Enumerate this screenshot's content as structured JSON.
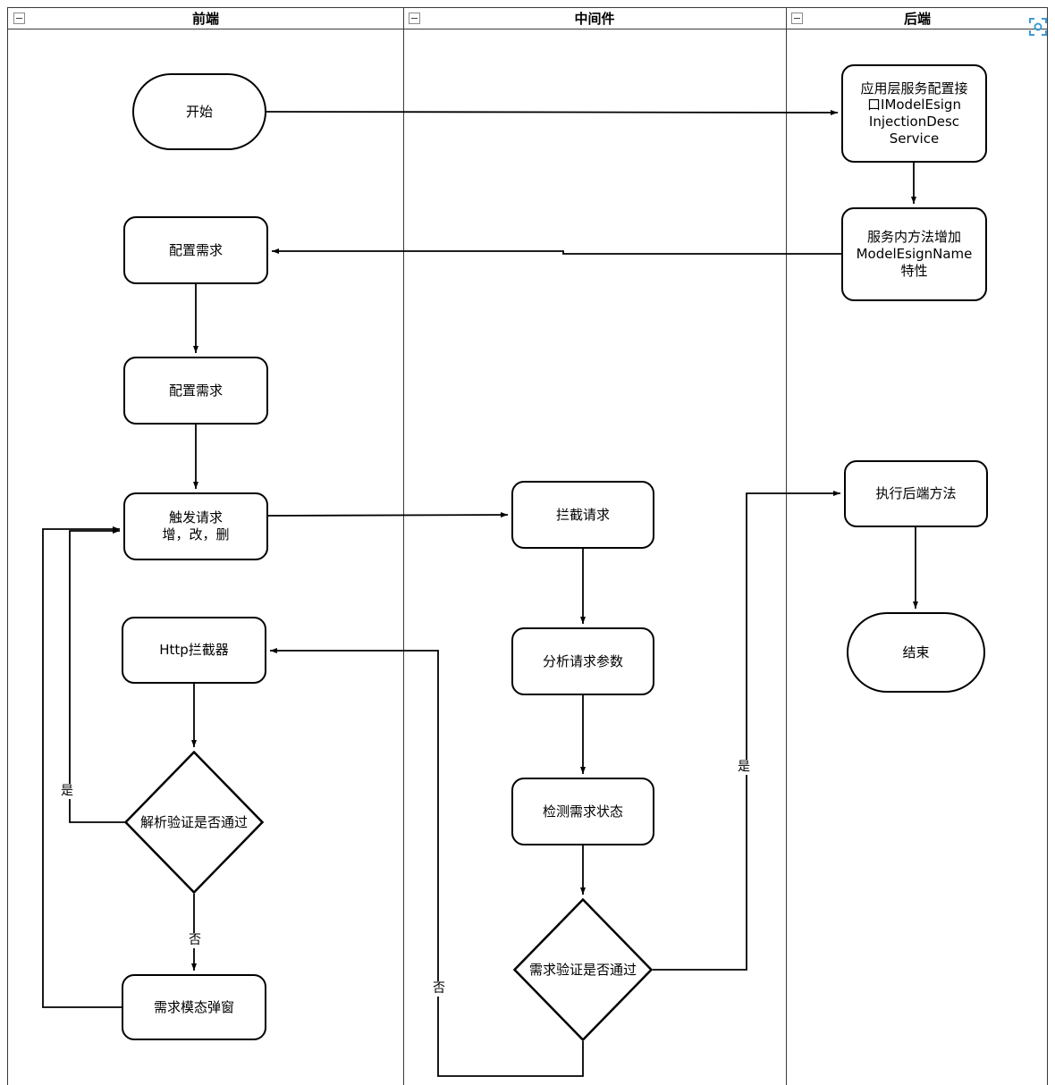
{
  "lanes": [
    {
      "title": "前端"
    },
    {
      "title": "中间件"
    },
    {
      "title": "后端"
    }
  ],
  "nodes": {
    "start": "开始",
    "config_requirement_1": "配置需求",
    "config_requirement_2": "配置需求",
    "trigger_request": "触发请求\n增，改，删",
    "http_interceptor": "Http拦截器",
    "parse_validation_decision": "解析验证是否通过",
    "requirement_modal": "需求模态弹窗",
    "intercept_request": "拦截请求",
    "analyze_request_params": "分析请求参数",
    "check_requirement_status": "检测需求状态",
    "requirement_validation_decision": "需求验证是否通过",
    "app_service_config": "应用层服务配置接\n口IModelEsign\nInjectionDesc\nService",
    "add_method_attribute": "服务内方法增加\nModelEsignName\n特性",
    "execute_backend_method": "执行后端方法",
    "end": "结束"
  },
  "edge_labels": {
    "parse_yes": "是",
    "parse_no": "否",
    "requirement_yes": "是",
    "requirement_no": "否"
  }
}
